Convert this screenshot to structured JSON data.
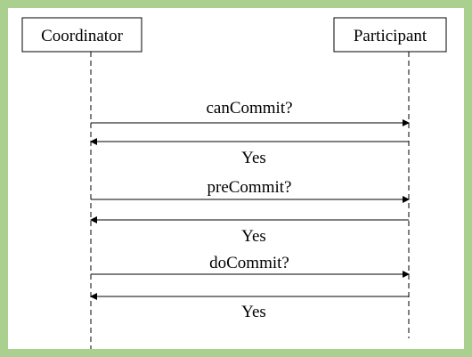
{
  "colors": {
    "border": "#a9d08e",
    "background": "#ffffff",
    "line": "#000000"
  },
  "participants": [
    {
      "label": "Coordinator"
    },
    {
      "label": "Participant"
    }
  ],
  "messages": [
    {
      "label": "canCommit?",
      "direction": "to-participant"
    },
    {
      "label": "Yes",
      "direction": "to-coordinator"
    },
    {
      "label": "preCommit?",
      "direction": "to-participant"
    },
    {
      "label": "Yes",
      "direction": "to-coordinator"
    },
    {
      "label": "doCommit?",
      "direction": "to-participant"
    },
    {
      "label": "Yes",
      "direction": "to-coordinator"
    }
  ]
}
